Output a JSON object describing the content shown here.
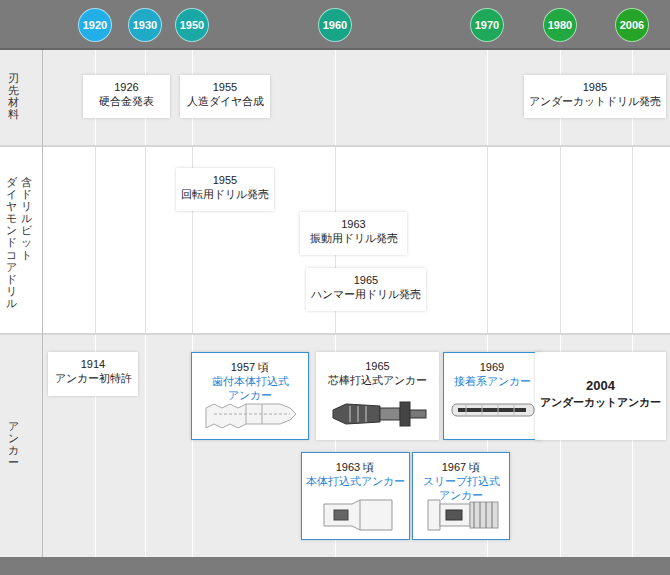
{
  "diagram": {
    "nodes": [
      {
        "text": [
          "1920"
        ]
      },
      {
        "text": [
          "1930"
        ]
      },
      {
        "text": [
          "1950"
        ]
      },
      {
        "text": [
          "1960"
        ]
      },
      {
        "text": [
          "1970"
        ]
      },
      {
        "text": [
          "1980"
        ]
      },
      {
        "text": [
          "2006"
        ]
      },
      {
        "text": [
          "1926",
          "硬合金発表"
        ]
      },
      {
        "text": [
          "1955",
          "人造ダイヤ合成"
        ]
      },
      {
        "text": [
          "1985",
          "アンダーカットドリル発売"
        ]
      },
      {
        "text": [
          "1955",
          "回転用ドリル発売"
        ]
      },
      {
        "text": [
          "1963",
          "振動用ドリル発売"
        ]
      },
      {
        "text": [
          "1965",
          "ハンマー用ドリル発売"
        ]
      },
      {
        "text": [
          "1914",
          "アンカー初特許"
        ]
      },
      {
        "text": [
          "1957 頃",
          "歯付本体打込式 アンカー"
        ]
      },
      {
        "text": [
          "1965",
          "芯棒打込式アンカー"
        ]
      },
      {
        "text": [
          "1969",
          "接着系アンカー"
        ]
      },
      {
        "text": [
          "2004",
          "アンダーカットアンカー"
        ]
      },
      {
        "text": [
          "1963 頃",
          "本体打込式アンカー"
        ]
      },
      {
        "text": [
          "1967 頃",
          "スリーブ打込式 アンカー"
        ]
      }
    ],
    "labels": [
      "刃先材料",
      "ダイヤモンドコアドリル",
      "含ドリルビット",
      "アンカー"
    ]
  }
}
